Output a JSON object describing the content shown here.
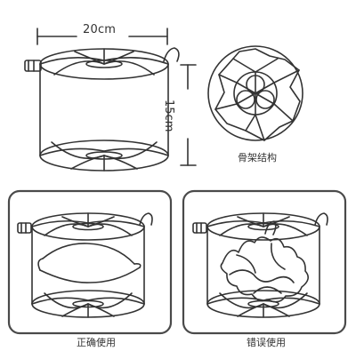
{
  "dimensions": {
    "width": "20cm",
    "height": "15cm"
  },
  "labels": {
    "frame_structure": "骨架结构",
    "correct_use": "正确使用",
    "wrong_use": "错误使用"
  },
  "colors": {
    "line": "#333333",
    "panel_border": "#4a4a4a",
    "background": "#ffffff"
  },
  "icons": {
    "basket": "wire-basket-icon",
    "frame": "wire-frame-icon",
    "fold_line": "fold-line-icon",
    "tangle": "tangled-laundry-icon"
  }
}
